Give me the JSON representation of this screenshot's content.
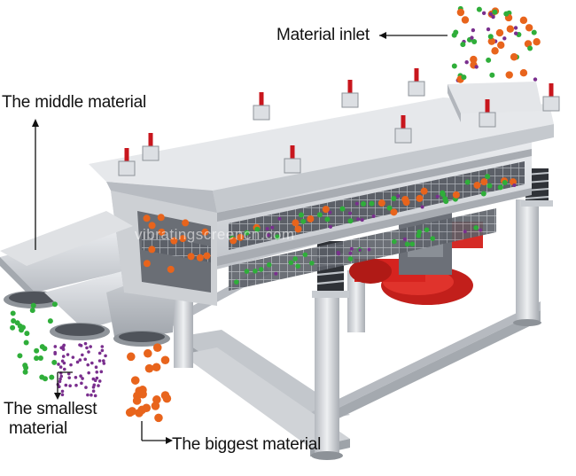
{
  "labels": {
    "inlet": "Material inlet",
    "middle": "The middle material",
    "smallest_line1": "The smallest",
    "smallest_line2": "material",
    "biggest": "The biggest material"
  },
  "watermark": "vibratingscreencn.com",
  "colors": {
    "particle_orange": "#e8641c",
    "particle_green": "#2fae3a",
    "particle_purple": "#7a2f8e",
    "steel": "#c9ccd1",
    "motor_red": "#d6231f",
    "clamp_red": "#c8161d",
    "spring": "#3a3d42"
  }
}
